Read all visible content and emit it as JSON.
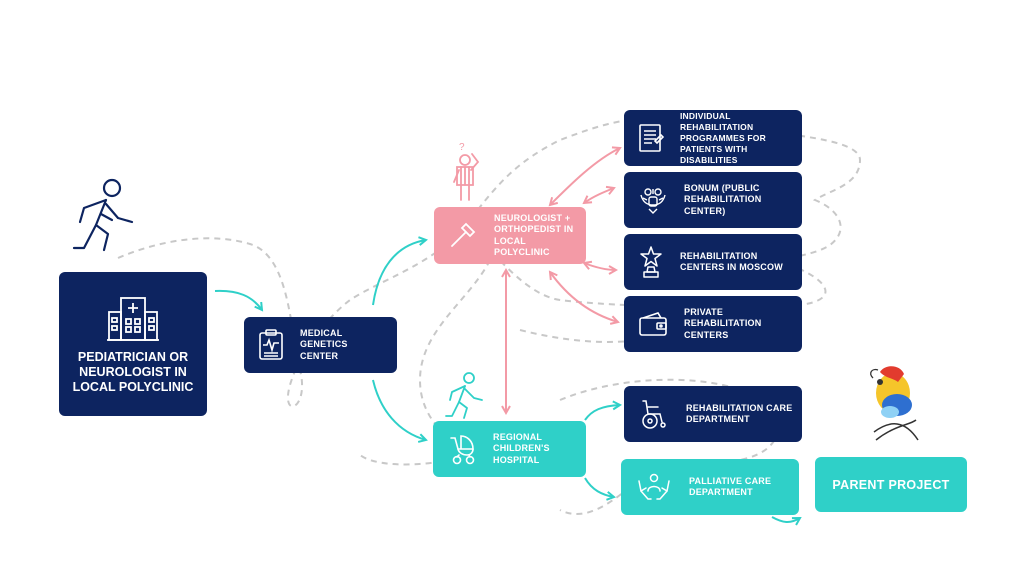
{
  "nodes": {
    "pediatrician": "PEDIATRICIAN OR NEUROLOGIST IN LOCAL POLYCLINIC",
    "genetics": "MEDICAL GENETICS CENTER",
    "neurologist": "NEUROLOGIST + ORTHOPEDIST IN LOCAL POLYCLINIC",
    "regional": "REGIONAL CHILDREN'S HOSPITAL",
    "individual": "INDIVIDUAL REHABILITATION PROGRAMMES FOR PATIENTS WITH DISABILITIES",
    "bonum": "BONUM (PUBLIC REHABILITATION CENTER)",
    "moscow": "REHABILITATION CENTERS IN MOSCOW",
    "private": "PRIVATE REHABILITATION CENTERS",
    "rehab_care": "REHABILITATION CARE DEPARTMENT",
    "palliative": "PALLIATIVE CARE DEPARTMENT",
    "parent": "PARENT PROJECT"
  },
  "question_mark": "?",
  "colors": {
    "navy": "#0d2460",
    "pink": "#f39aa6",
    "teal": "#2fd0c8",
    "dashed_path": "#c8c8c8"
  },
  "icons": [
    "walking-person-icon",
    "hospital-building-icon",
    "clipboard-chart-icon",
    "reflex-hammer-icon",
    "confused-person-icon",
    "document-list-icon",
    "double-eagle-emblem-icon",
    "star-trophy-icon",
    "wallet-icon",
    "stroller-icon",
    "wheelchair-icon",
    "hands-care-icon",
    "bird-logo-icon"
  ]
}
